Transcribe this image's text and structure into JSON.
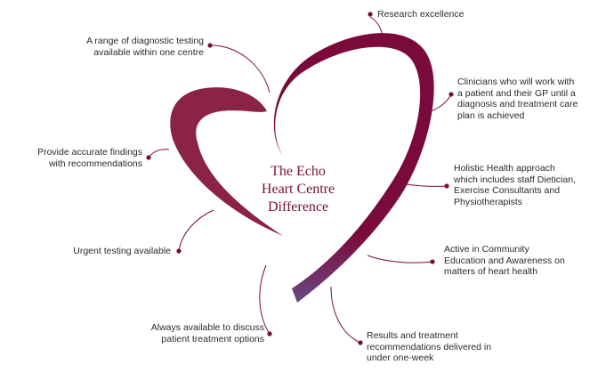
{
  "title": "The Echo\nHeart Centre\nDifference",
  "colors": {
    "heart_right": "#7b0a3c",
    "heart_left": "#8b2346",
    "heart_tail": "#6a4a84",
    "connector": "#7b0a3c",
    "text": "#2a2a2a",
    "title": "#7a1038"
  },
  "points": [
    {
      "id": "research",
      "text": "Research excellence"
    },
    {
      "id": "diagnostic",
      "text": "A range of diagnostic testing\navailable within one centre"
    },
    {
      "id": "clinicians",
      "text": "Clinicians who will work with\na patient and their GP until a\ndiagnosis and treatment care\nplan is achieved"
    },
    {
      "id": "findings",
      "text": "Provide accurate findings\nwith recommendations"
    },
    {
      "id": "holistic",
      "text": "Holistic Health approach\nwhich includes staff Dietician,\nExercise Consultants and\nPhysiotherapists"
    },
    {
      "id": "urgent",
      "text": "Urgent testing available"
    },
    {
      "id": "community",
      "text": "Active in Community\nEducation and Awareness on\nmatters of heart health"
    },
    {
      "id": "available",
      "text": "Always available to discuss\npatient treatment options"
    },
    {
      "id": "results",
      "text": "Results and treatment\nrecommendations delivered in\nunder one-week"
    }
  ]
}
